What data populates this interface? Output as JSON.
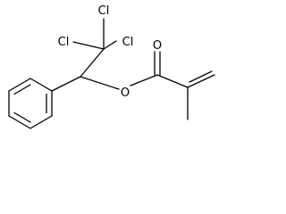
{
  "molecule": {
    "atoms": {
      "chlorine_top": "Cl",
      "chlorine_left": "Cl",
      "chlorine_right": "Cl",
      "ester_oxygen": "O",
      "carbonyl_oxygen": "O"
    }
  },
  "colors": {
    "bond": "#000000",
    "text": "#000000",
    "background": "#ffffff"
  }
}
